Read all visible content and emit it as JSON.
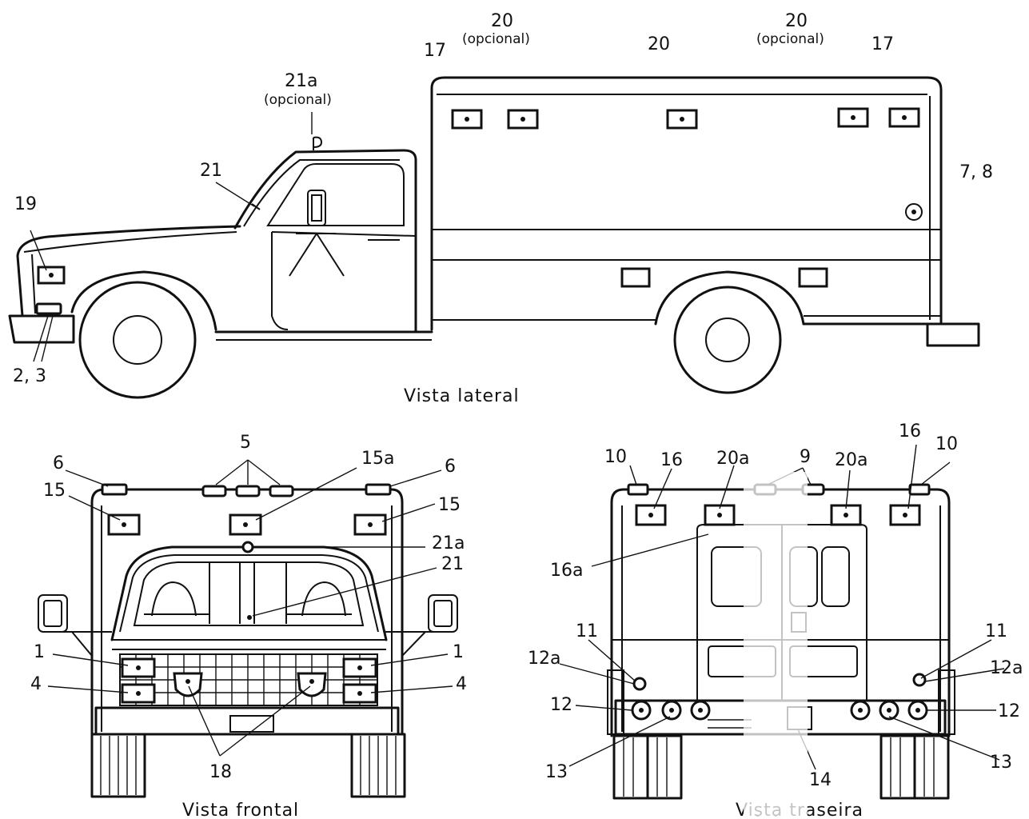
{
  "views": {
    "side": "Vista lateral",
    "front": "Vista frontal",
    "rear": "Vista traseira"
  },
  "optional": "(opcional)",
  "labels": {
    "side": {
      "l17a": "17",
      "l20a": "20",
      "l20b": "20",
      "l20c": "20",
      "l17b": "17",
      "l21a": "21a",
      "l21": "21",
      "l19": "19",
      "l23": "2, 3",
      "l78": "7, 8"
    },
    "front": {
      "l6a": "6",
      "l5": "5",
      "l15a": "15a",
      "l6b": "6",
      "l15l": "15",
      "l15r": "15",
      "l21a": "21a",
      "l21": "21",
      "l1l": "1",
      "l1r": "1",
      "l4l": "4",
      "l4r": "4",
      "l18": "18"
    },
    "rear": {
      "l10l": "10",
      "l16l": "16",
      "l20al": "20a",
      "l9": "9",
      "l20ar": "20a",
      "l16r": "16",
      "l10r": "10",
      "l16a": "16a",
      "l11l": "11",
      "l11r": "11",
      "l12al": "12a",
      "l12ar": "12a",
      "l12l": "12",
      "l12r": "12",
      "l13l": "13",
      "l13r": "13",
      "l14": "14"
    }
  }
}
